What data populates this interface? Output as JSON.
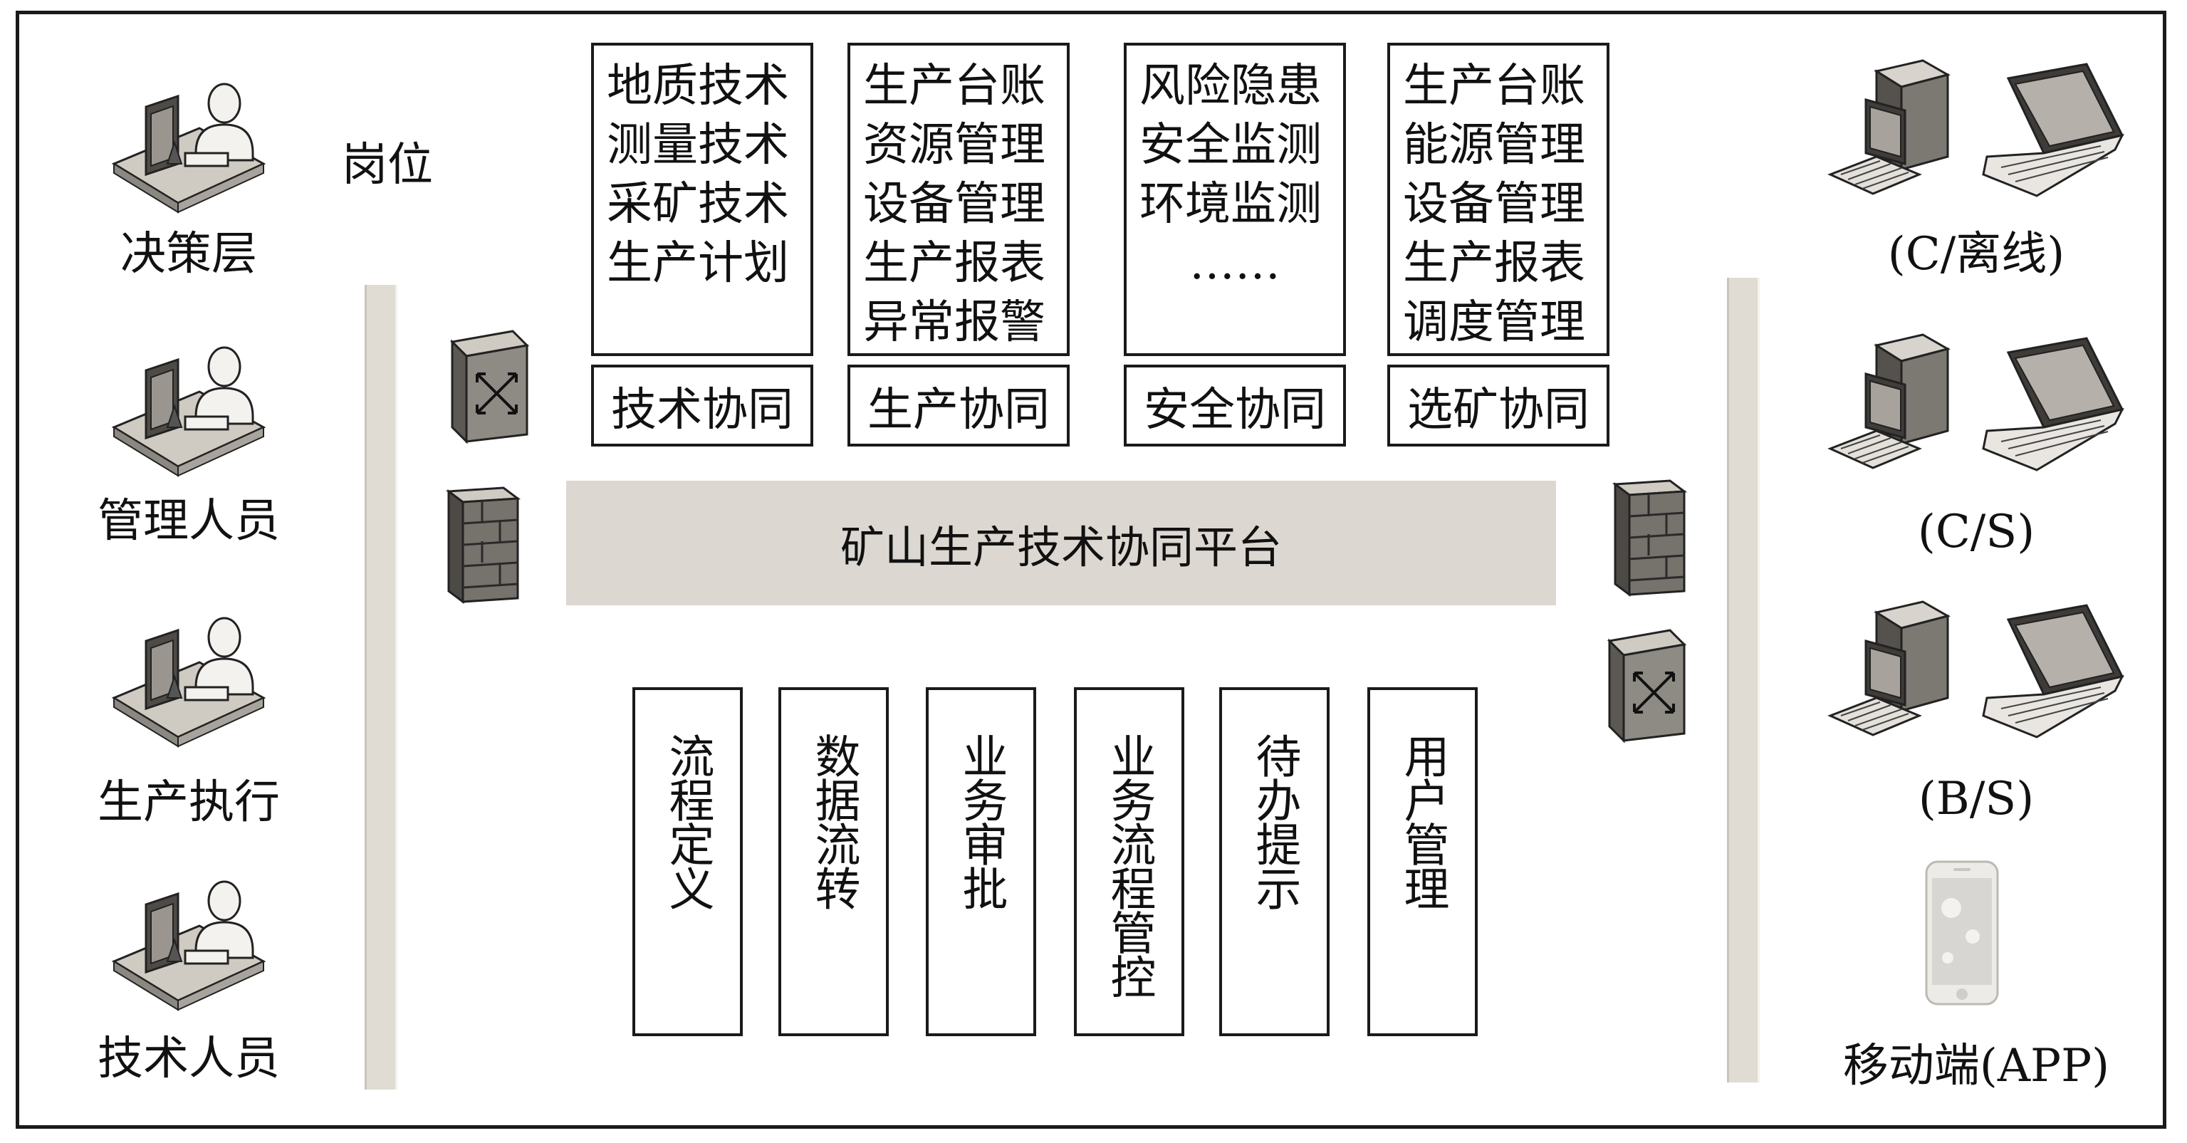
{
  "roles": {
    "items": [
      {
        "label": "决策层"
      },
      {
        "label": "管理人员"
      },
      {
        "label": "生产执行"
      },
      {
        "label": "技术人员"
      }
    ],
    "post_label": "岗位"
  },
  "modules": [
    {
      "items": [
        "地质技术",
        "测量技术",
        "采矿技术",
        "生产计划"
      ],
      "category": "技术协同"
    },
    {
      "items": [
        "生产台账",
        "资源管理",
        "设备管理",
        "生产报表",
        "异常报警"
      ],
      "category": "生产协同"
    },
    {
      "items": [
        "风险隐患",
        "安全监测",
        "环境监测",
        "……"
      ],
      "category": "安全协同"
    },
    {
      "items": [
        "生产台账",
        "能源管理",
        "设备管理",
        "生产报表",
        "调度管理"
      ],
      "category": "选矿协同"
    }
  ],
  "platform": {
    "label": "矿山生产技术协同平台"
  },
  "functions": [
    "流程定义",
    "数据流转",
    "业务审批",
    "业务流程管控",
    "待办提示",
    "用户管理"
  ],
  "clients": [
    {
      "label": "(C/离线)"
    },
    {
      "label": "(C/S)"
    },
    {
      "label": "(B/S)"
    },
    {
      "label": "移动端(APP)"
    }
  ],
  "icons": {
    "user": "user-at-desk-icon",
    "switch": "network-switch-icon",
    "firewall": "firewall-icon",
    "desktop": "desktop-computer-icon",
    "laptop": "laptop-icon",
    "phone": "mobile-phone-icon"
  },
  "colors": {
    "platform_bg": "#dcd8d1",
    "bar": "#e0dcd4",
    "border": "#1a1a1a"
  }
}
